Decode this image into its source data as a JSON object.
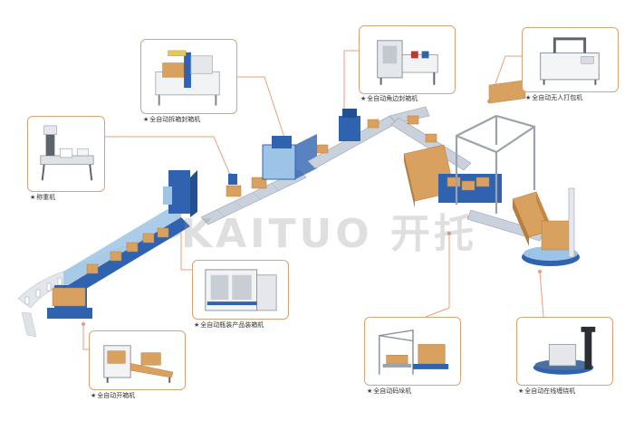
{
  "watermark": "KAITUO 开托",
  "colors": {
    "frame": "#d8a47a",
    "leader": "#e8a07a",
    "conveyor_blue": "#2f63b0",
    "conveyor_light": "#9cc4e6",
    "roller": "#c9d2dc",
    "box": "#d9a160",
    "box_dark": "#b87c3e",
    "steel": "#e5e7ea"
  },
  "machines": {
    "case_erector_sealer": "全自动拆箱封箱机",
    "corner_sealer": "全自动角边封箱机",
    "strapping": "全自动无人打包机",
    "weigher": "称重机",
    "bottle_packer": "全自动瓶装产品装箱机",
    "case_erector": "全自动开箱机",
    "palletizer": "全自动码垛机",
    "wrapper": "全自动在线缠绕机"
  }
}
